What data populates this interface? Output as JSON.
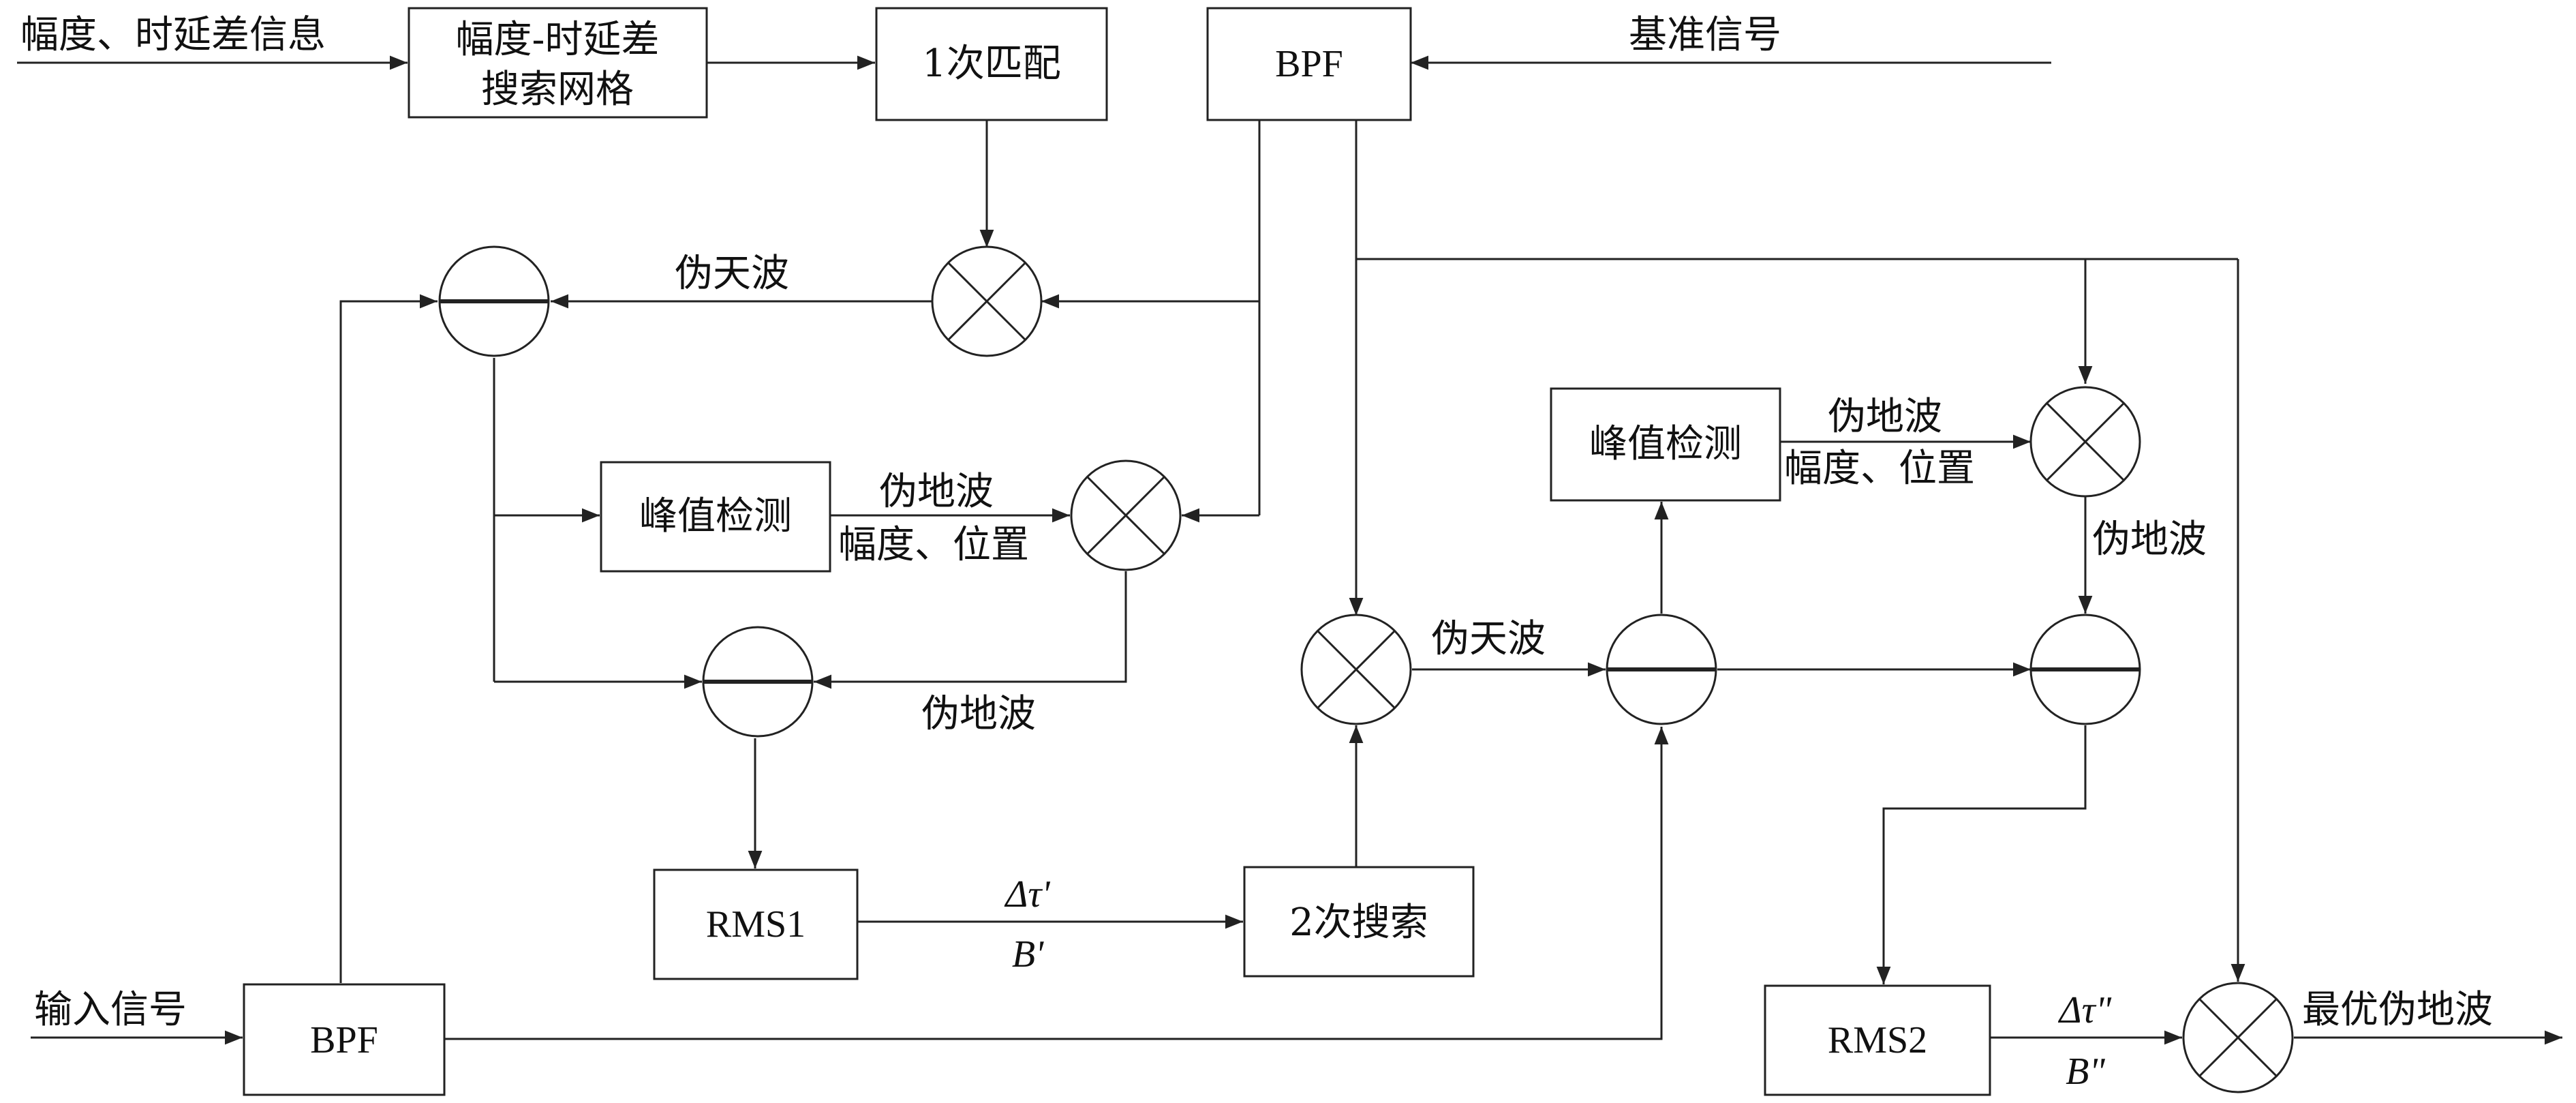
{
  "blocks": {
    "grid_line1": "幅度-时延差",
    "grid_line2": "搜索网格",
    "match1": "1次匹配",
    "bpf_top": "BPF",
    "bpf_bottom": "BPF",
    "peak_left": "峰值检测",
    "peak_right": "峰值检测",
    "rms1": "RMS1",
    "rms2": "RMS2",
    "search2": "2次搜索"
  },
  "labels": {
    "amp_delay_info": "幅度、时延差信息",
    "reference_signal": "基准信号",
    "input_signal": "输入信号",
    "pseudo_sky_left": "伪天波",
    "pseudo_ground_left_top": "伪地波",
    "amp_pos_left": "幅度、位置",
    "pseudo_ground_left_bottom": "伪地波",
    "pseudo_sky_right": "伪天波",
    "pseudo_ground_right_top": "伪地波",
    "amp_pos_right": "幅度、位置",
    "pseudo_ground_right_vertical": "伪地波",
    "optimal_ground": "最优伪地波",
    "delta_tau_1": "Δτ'",
    "b_1": "B'",
    "delta_tau_2": "Δτ\"",
    "b_2": "B\""
  }
}
